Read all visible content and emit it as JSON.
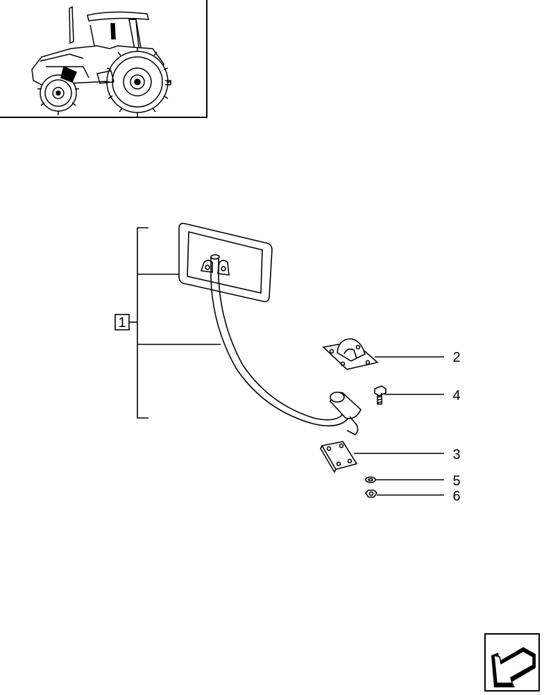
{
  "callouts": {
    "group_1": "1",
    "part_2": "2",
    "part_3": "3",
    "part_4": "4",
    "part_5": "5",
    "part_6": "6"
  },
  "icons": {
    "thumbnail": "tractor-icon",
    "navigation": "arrow-icon"
  },
  "colors": {
    "line": "#000000",
    "background": "#ffffff"
  }
}
